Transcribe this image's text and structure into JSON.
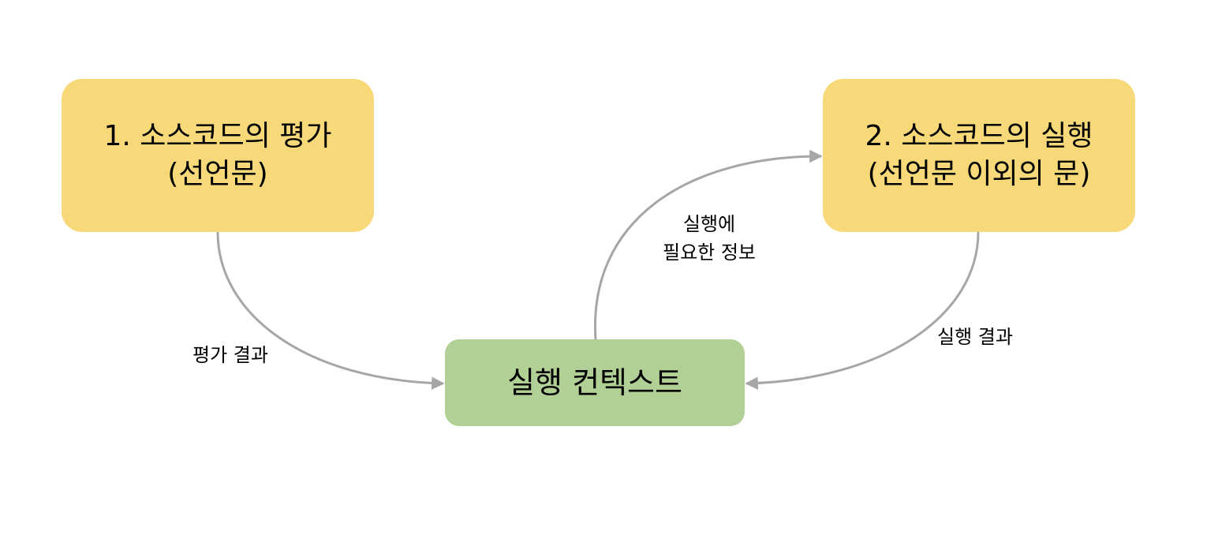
{
  "colors": {
    "process_box": "#f8d97a",
    "context_box": "#b1d095",
    "arrow": "#a6a6a6",
    "background": "#ffffff"
  },
  "nodes": {
    "evaluation": {
      "line1": "1. 소스코드의 평가",
      "line2": "(선언문)"
    },
    "execution": {
      "line1": "2. 소스코드의 실행",
      "line2": "(선언문 이외의 문)"
    },
    "context": {
      "label": "실행 컨텍스트"
    }
  },
  "edges": {
    "evaluation_to_context": {
      "label": "평가 결과"
    },
    "context_to_execution": {
      "line1": "실행에",
      "line2": "필요한 정보"
    },
    "execution_to_context": {
      "label": "실행 결과"
    }
  }
}
